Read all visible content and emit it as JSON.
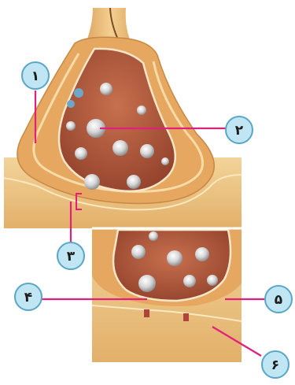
{
  "labels": [
    {
      "id": "1",
      "text": "۱"
    },
    {
      "id": "2",
      "text": "۲"
    },
    {
      "id": "3",
      "text": "۳"
    },
    {
      "id": "4",
      "text": "۴"
    },
    {
      "id": "5",
      "text": "۵"
    },
    {
      "id": "6",
      "text": "۶"
    }
  ],
  "colors": {
    "tissue": "#e9b56e",
    "tissue_dark": "#c9803c",
    "tissue_light": "#f6d9a3",
    "interior": "#b65a3f",
    "interior_dark": "#8a3a28",
    "membrane": "#f5e6c8",
    "leader_line": "#e0207a",
    "label_circle": "#bfe6f2",
    "label_border": "#5aa6c6",
    "vesicle": "#d8d8d8",
    "receptor": "#b0443a"
  }
}
